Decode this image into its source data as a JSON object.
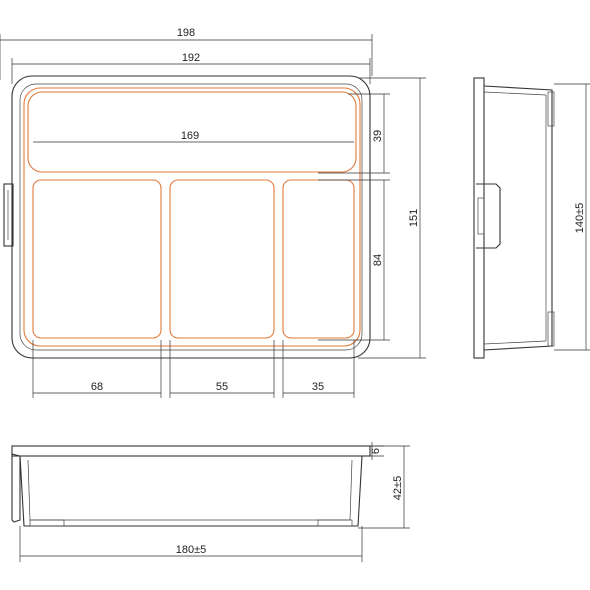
{
  "dimensions": {
    "top_width_outer": "198",
    "top_width_inner": "192",
    "divider_width": "169",
    "front_height": "39",
    "depth_total": "151",
    "compartment_height": "84",
    "compartment_1": "68",
    "compartment_2": "55",
    "compartment_3": "35",
    "side_height": "140±5",
    "rim_height": "6",
    "body_height": "42±5",
    "bottom_width": "180±5"
  },
  "colors": {
    "outline": "#333333",
    "tray_inner": "#e07a3a",
    "background": "#ffffff"
  }
}
